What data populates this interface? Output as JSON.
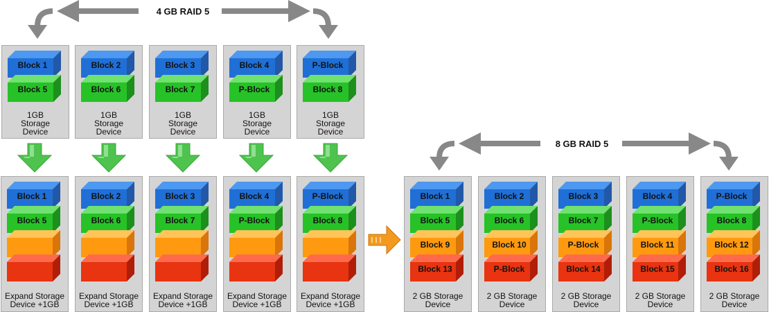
{
  "colors": {
    "blue": [
      "#1f6fd6",
      "#4d98f0",
      "#2258a8"
    ],
    "green": [
      "#27c227",
      "#6fe26f",
      "#1d8f1d"
    ],
    "orange": [
      "#ff9a10",
      "#ffc45a",
      "#d9750a"
    ],
    "red": [
      "#e83410",
      "#ff6a4a",
      "#b01e0a"
    ],
    "arrow_gray": "#888888",
    "down_arrow_green": "#4ec34e",
    "transition_arrow": "#f39a1e"
  },
  "raid_before": {
    "label": "4 GB RAID 5"
  },
  "raid_after": {
    "label": "8 GB RAID 5"
  },
  "original_devices": [
    {
      "caption": [
        "1GB",
        "Storage",
        "Device"
      ],
      "blocks": [
        {
          "label": "Block 1",
          "color": "blue"
        },
        {
          "label": "Block 5",
          "color": "green"
        }
      ]
    },
    {
      "caption": [
        "1GB",
        "Storage",
        "Device"
      ],
      "blocks": [
        {
          "label": "Block 2",
          "color": "blue"
        },
        {
          "label": "Block 6",
          "color": "green"
        }
      ]
    },
    {
      "caption": [
        "1GB",
        "Storage",
        "Device"
      ],
      "blocks": [
        {
          "label": "Block 3",
          "color": "blue"
        },
        {
          "label": "Block 7",
          "color": "green"
        }
      ]
    },
    {
      "caption": [
        "1GB",
        "Storage",
        "Device"
      ],
      "blocks": [
        {
          "label": "Block 4",
          "color": "blue"
        },
        {
          "label": "P-Block",
          "color": "green"
        }
      ]
    },
    {
      "caption": [
        "1GB",
        "Storage",
        "Device"
      ],
      "blocks": [
        {
          "label": "P-Block",
          "color": "blue"
        },
        {
          "label": "Block 8",
          "color": "green"
        }
      ]
    }
  ],
  "expanded_devices": [
    {
      "caption": [
        "Expand Storage",
        "Device +1GB"
      ],
      "blocks": [
        {
          "label": "Block 1",
          "color": "blue"
        },
        {
          "label": "Block 5",
          "color": "green"
        },
        {
          "label": "",
          "color": "orange"
        },
        {
          "label": "",
          "color": "red"
        }
      ]
    },
    {
      "caption": [
        "Expand Storage",
        "Device +1GB"
      ],
      "blocks": [
        {
          "label": "Block 2",
          "color": "blue"
        },
        {
          "label": "Block 6",
          "color": "green"
        },
        {
          "label": "",
          "color": "orange"
        },
        {
          "label": "",
          "color": "red"
        }
      ]
    },
    {
      "caption": [
        "Expand Storage",
        "Device +1GB"
      ],
      "blocks": [
        {
          "label": "Block 3",
          "color": "blue"
        },
        {
          "label": "Block 7",
          "color": "green"
        },
        {
          "label": "",
          "color": "orange"
        },
        {
          "label": "",
          "color": "red"
        }
      ]
    },
    {
      "caption": [
        "Expand Storage",
        "Device +1GB"
      ],
      "blocks": [
        {
          "label": "Block 4",
          "color": "blue"
        },
        {
          "label": "P-Block",
          "color": "green"
        },
        {
          "label": "",
          "color": "orange"
        },
        {
          "label": "",
          "color": "red"
        }
      ]
    },
    {
      "caption": [
        "Expand Storage",
        "Device +1GB"
      ],
      "blocks": [
        {
          "label": "P-Block",
          "color": "blue"
        },
        {
          "label": "Block 8",
          "color": "green"
        },
        {
          "label": "",
          "color": "orange"
        },
        {
          "label": "",
          "color": "red"
        }
      ]
    }
  ],
  "restriped_devices": [
    {
      "caption": [
        "2 GB Storage",
        "Device"
      ],
      "blocks": [
        {
          "label": "Block 1",
          "color": "blue"
        },
        {
          "label": "Block 5",
          "color": "green"
        },
        {
          "label": "Block 9",
          "color": "orange"
        },
        {
          "label": "Block 13",
          "color": "red"
        }
      ]
    },
    {
      "caption": [
        "2 GB Storage",
        "Device"
      ],
      "blocks": [
        {
          "label": "Block 2",
          "color": "blue"
        },
        {
          "label": "Block 6",
          "color": "green"
        },
        {
          "label": "Block 10",
          "color": "orange"
        },
        {
          "label": "P-Block",
          "color": "red"
        }
      ]
    },
    {
      "caption": [
        "2 GB Storage",
        "Device"
      ],
      "blocks": [
        {
          "label": "Block 3",
          "color": "blue"
        },
        {
          "label": "Block 7",
          "color": "green"
        },
        {
          "label": "P-Block",
          "color": "orange"
        },
        {
          "label": "Block 14",
          "color": "red"
        }
      ]
    },
    {
      "caption": [
        "2 GB Storage",
        "Device"
      ],
      "blocks": [
        {
          "label": "Block 4",
          "color": "blue"
        },
        {
          "label": "P-Block",
          "color": "green"
        },
        {
          "label": "Block 11",
          "color": "orange"
        },
        {
          "label": "Block 15",
          "color": "red"
        }
      ]
    },
    {
      "caption": [
        "2 GB Storage",
        "Device"
      ],
      "blocks": [
        {
          "label": "P-Block",
          "color": "blue"
        },
        {
          "label": "Block 8",
          "color": "green"
        },
        {
          "label": "Block 12",
          "color": "orange"
        },
        {
          "label": "Block 16",
          "color": "red"
        }
      ]
    }
  ]
}
